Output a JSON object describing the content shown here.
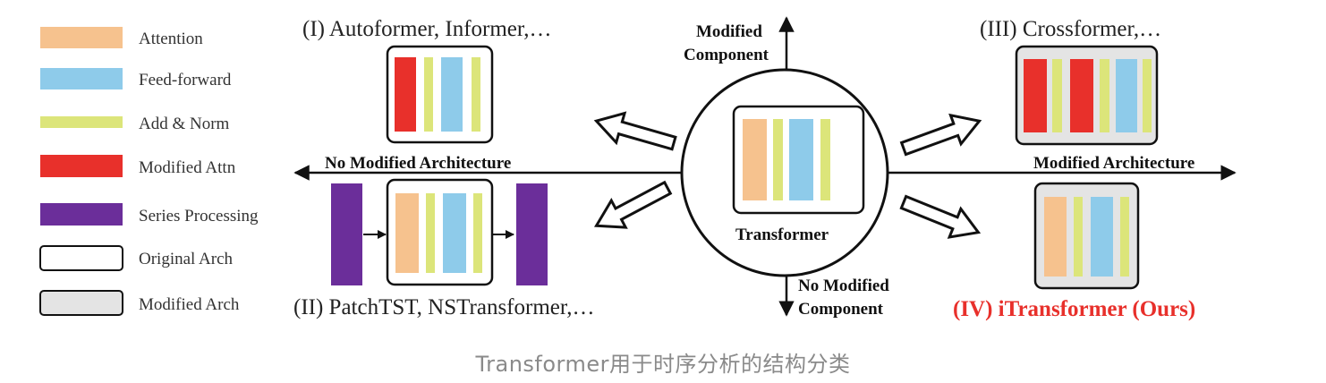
{
  "colors": {
    "attention": "#f6c28e",
    "feed_forward": "#8ecbea",
    "add_norm": "#dce57a",
    "modified_attn": "#e8302b",
    "series_processing": "#6b2e9a",
    "modified_arch_fill": "#e4e4e4",
    "ours_text": "#e8302b"
  },
  "legend": [
    {
      "label": "Attention",
      "kind": "attention"
    },
    {
      "label": "Feed-forward",
      "kind": "feed_forward"
    },
    {
      "label": "Add & Norm",
      "kind": "add_norm"
    },
    {
      "label": "Modified Attn",
      "kind": "modified_attn"
    },
    {
      "label": "Series Processing",
      "kind": "series_processing"
    },
    {
      "label": "Original Arch",
      "kind": "original_arch"
    },
    {
      "label": "Modified Arch",
      "kind": "modified_arch"
    }
  ],
  "diagram": {
    "group_I": "(I) Autoformer, Informer,…",
    "group_II": "(II) PatchTST, NSTransformer,…",
    "group_III": "(III) Crossformer,…",
    "group_IV": "(IV) iTransformer (Ours)",
    "axis_left": "No Modified Architecture",
    "axis_right": "Modified Architecture",
    "axis_top_line1": "Modified",
    "axis_top_line2": "Component",
    "axis_bottom_line1": "No Modified",
    "axis_bottom_line2": "Component",
    "center_label": "Transformer"
  },
  "caption": "Transformer用于时序分析的结构分类"
}
